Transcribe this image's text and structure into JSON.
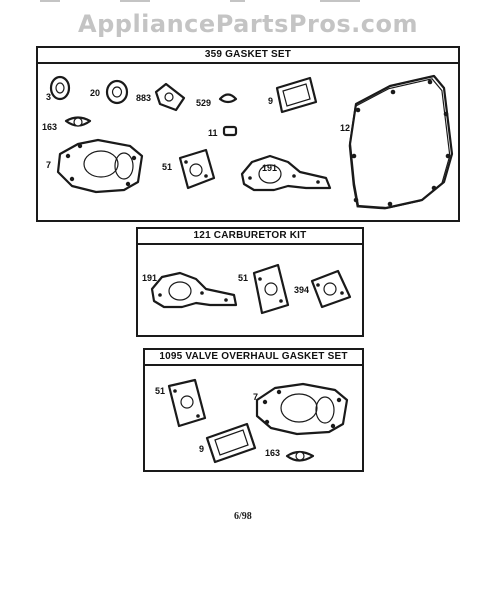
{
  "watermark": "AppliancePartsPros.com",
  "panels": [
    {
      "title": "359 GASKET SET",
      "labels": [
        "3",
        "20",
        "883",
        "529",
        "9",
        "12",
        "163",
        "11",
        "7",
        "51",
        "191"
      ]
    },
    {
      "title": "121 CARBURETOR KIT",
      "labels": [
        "191",
        "51",
        "394"
      ]
    },
    {
      "title": "1095 VALVE OVERHAUL GASKET SET",
      "labels": [
        "51",
        "7",
        "9",
        "163"
      ]
    }
  ],
  "footer": "6/98"
}
